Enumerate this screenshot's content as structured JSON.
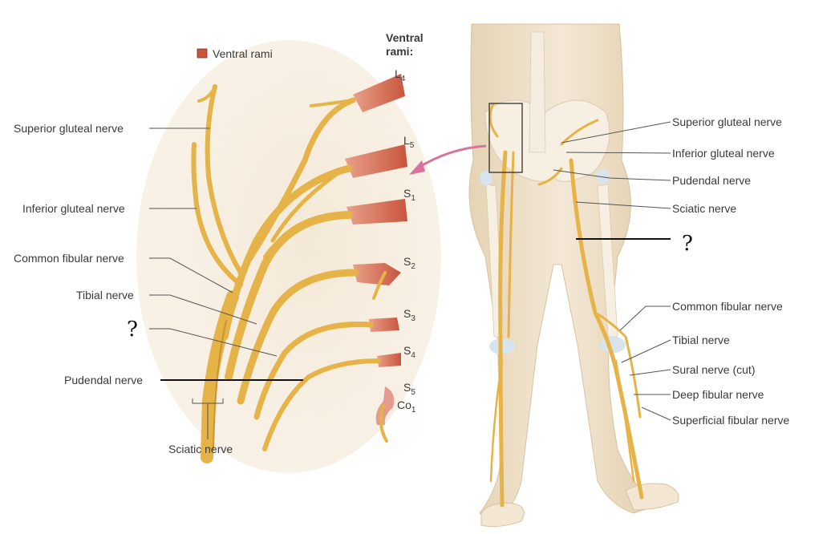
{
  "legend": {
    "label": "Ventral rami",
    "swatch_color": "#c8553d"
  },
  "rami_heading": {
    "line1": "Ventral",
    "line2": "rami:"
  },
  "rami": [
    {
      "letter": "L",
      "sub": "4"
    },
    {
      "letter": "L",
      "sub": "5"
    },
    {
      "letter": "S",
      "sub": "1"
    },
    {
      "letter": "S",
      "sub": "2"
    },
    {
      "letter": "S",
      "sub": "3"
    },
    {
      "letter": "S",
      "sub": "4"
    },
    {
      "letter": "S",
      "sub": "5"
    },
    {
      "letter": "Co",
      "sub": "1"
    }
  ],
  "left_labels": {
    "superior_gluteal": "Superior gluteal nerve",
    "inferior_gluteal": "Inferior gluteal nerve",
    "common_fibular": "Common fibular nerve",
    "tibial": "Tibial nerve",
    "question": "?",
    "pudendal": "Pudendal nerve",
    "sciatic": "Sciatic nerve"
  },
  "right_labels": {
    "superior_gluteal": "Superior gluteal nerve",
    "inferior_gluteal": "Inferior gluteal nerve",
    "pudendal": "Pudendal nerve",
    "sciatic": "Sciatic nerve",
    "question": "?",
    "common_fibular": "Common fibular nerve",
    "tibial": "Tibial nerve",
    "sural": "Sural nerve (cut)",
    "deep_fibular": "Deep fibular nerve",
    "superficial_fibular": "Superficial fibular nerve"
  },
  "colors": {
    "nerve": "#e5b347",
    "ramus": "#c8553d",
    "background_panel": "#f1e4d0",
    "skin": "#efe2cc",
    "arrow": "#d9729c"
  }
}
